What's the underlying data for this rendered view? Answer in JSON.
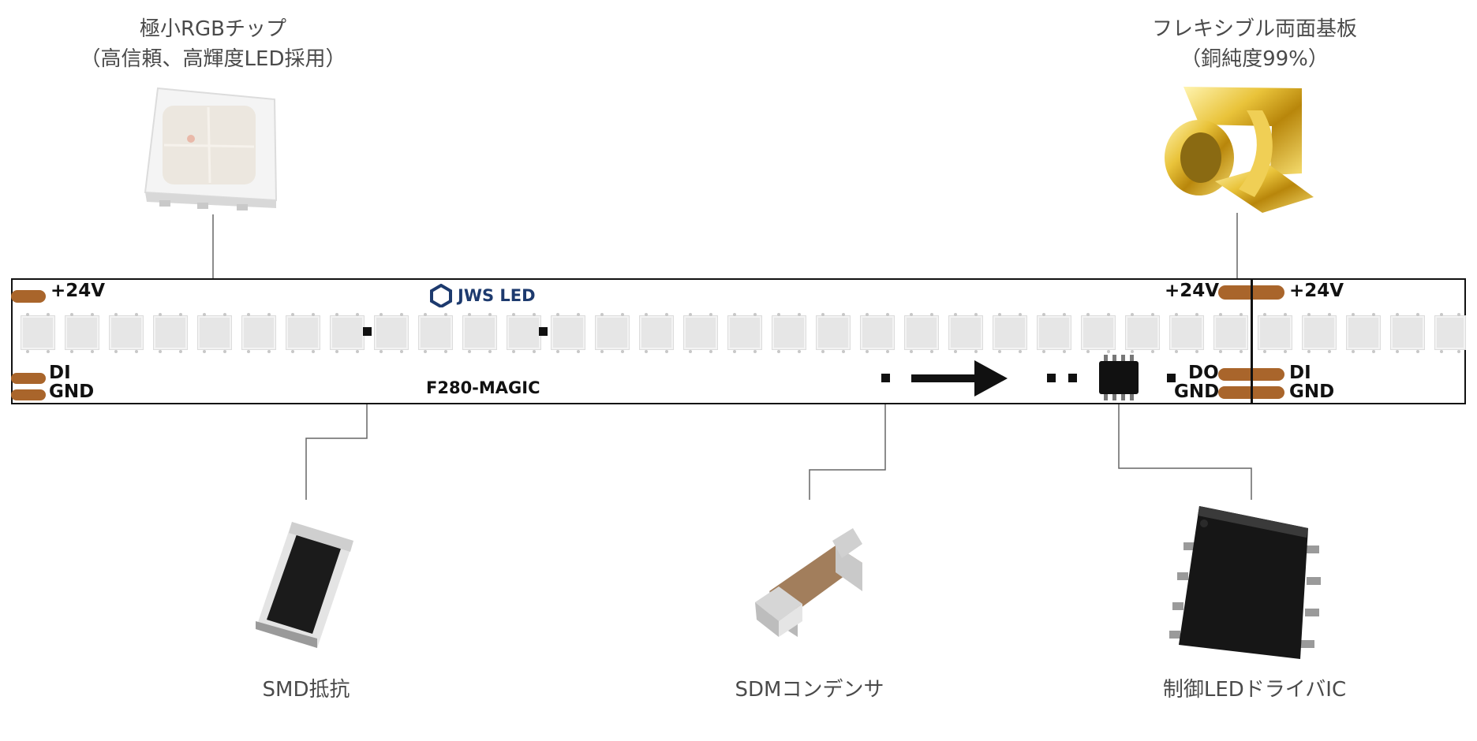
{
  "labels": {
    "rgb_chip_title": "極小RGBチップ",
    "rgb_chip_sub": "（高信頼、高輝度LED採用）",
    "flex_board_title": "フレキシブル両面基板",
    "flex_board_sub": "（銅純度99%）",
    "smd_resistor": "SMD抵抗",
    "sdm_capacitor": "SDMコンデンサ",
    "driver_ic": "制御LEDドライバIC"
  },
  "strip": {
    "plus24v_left": "+24V",
    "di_left": "DI",
    "gnd_left": "GND",
    "brand": "JWS LED",
    "model": "F280-MAGIC",
    "plus24v_mid": "+24V",
    "plus24v_right": "+24V",
    "do_mid": "DO",
    "gnd_mid": "GND",
    "di_right": "DI",
    "gnd_right": "GND"
  },
  "colors": {
    "copper_pad": "#a9652b",
    "outline": "#111111",
    "label_text": "#4a4a4a",
    "brand_blue": "#1d3a6e"
  }
}
